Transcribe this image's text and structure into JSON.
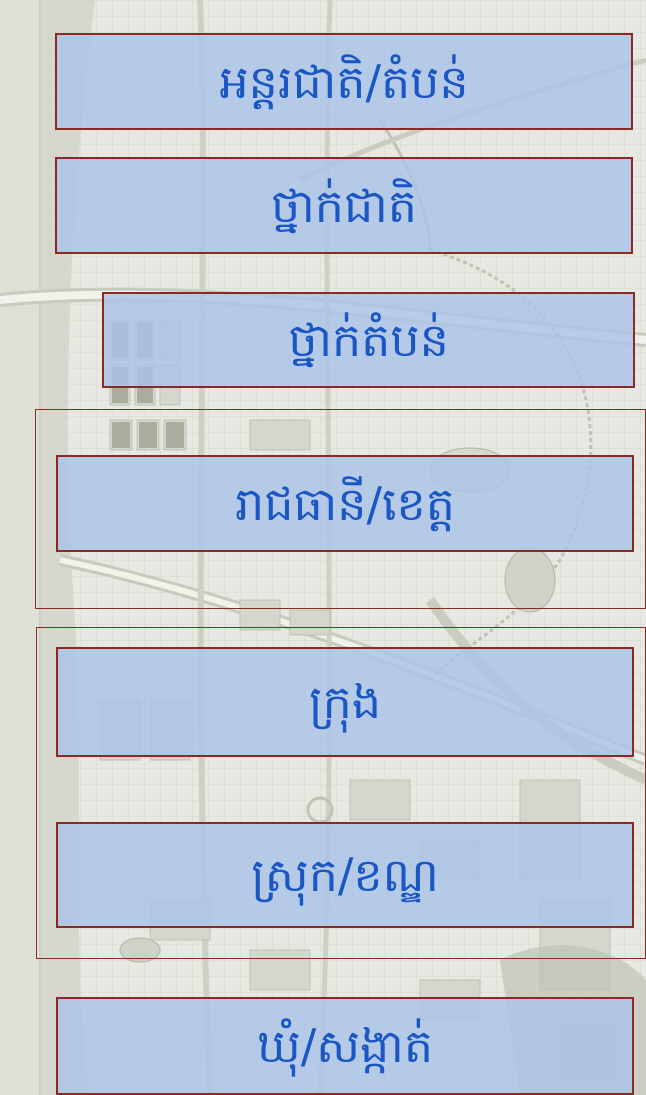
{
  "levels": [
    {
      "label": "អន្តរជាតិ/តំបន់"
    },
    {
      "label": "ថ្នាក់ជាតិ"
    },
    {
      "label": "ថ្នាក់តំបន់"
    },
    {
      "label": "រាជធានី/ខេត្ត"
    },
    {
      "label": "ក្រុង"
    },
    {
      "label": "ស្រុក/ខណ្ឌ"
    },
    {
      "label": "ឃុំ/សង្កាត់"
    }
  ],
  "colors": {
    "box_fill": "#aac3e8",
    "box_border": "#8b2a22",
    "label_text": "#1a56c4",
    "map_background": "#e4e6df",
    "river": "#b3b8a8"
  }
}
